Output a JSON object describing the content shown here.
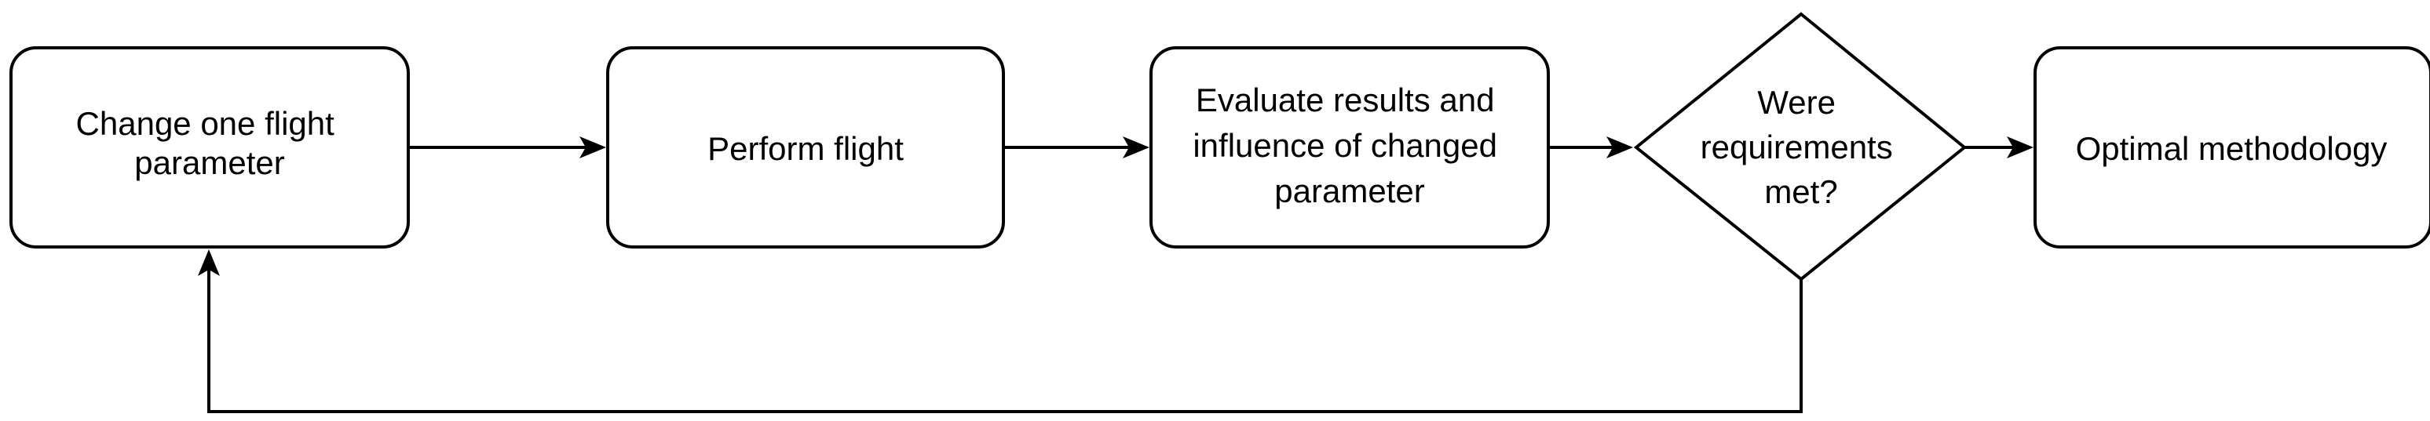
{
  "diagram": {
    "nodes": {
      "change_param": {
        "lines": [
          "Change one flight",
          "parameter"
        ]
      },
      "perform_flight": {
        "lines": [
          "Perform flight"
        ]
      },
      "evaluate": {
        "lines": [
          "Evaluate results and",
          "influence of changed",
          "parameter"
        ]
      },
      "decision": {
        "lines": [
          "Were",
          "requirements",
          "met?"
        ]
      },
      "optimal": {
        "lines": [
          "Optimal methodology"
        ]
      }
    },
    "colors": {
      "stroke": "#000000",
      "fill": "#ffffff",
      "text": "#000000"
    }
  }
}
